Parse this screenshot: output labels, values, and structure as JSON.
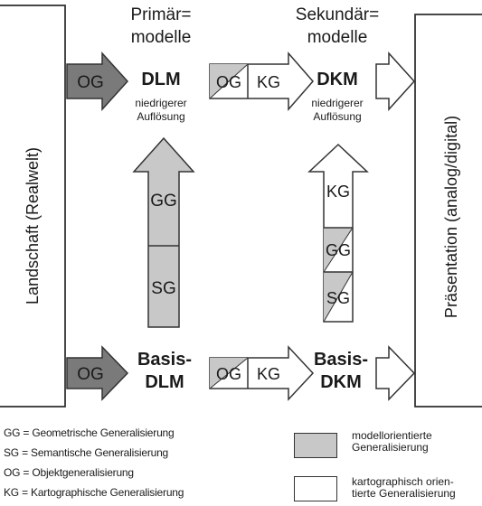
{
  "columns": {
    "primary": [
      "Primär=",
      "modelle"
    ],
    "secondary": [
      "Sekundär=",
      "modelle"
    ]
  },
  "side_labels": {
    "left": "Landschaft (Realwelt)",
    "right": "Präsentation (analog/digital)"
  },
  "models": {
    "dlm": "DLM",
    "dkm": "DKM",
    "resolution_note": [
      "niedrigerer",
      "Auflösung"
    ],
    "basis_dlm": [
      "Basis-",
      "DLM"
    ],
    "basis_dkm": [
      "Basis-",
      "DKM"
    ]
  },
  "arrow_labels": {
    "og": "OG",
    "kg": "KG",
    "gg": "GG",
    "sg": "SG"
  },
  "legend": {
    "abbreviations": [
      "GG = Geometrische Generalisierung",
      "SG = Semantische Generalisierung",
      "OG = Objektgeneralisierung",
      "KG = Kartographische Generalisierung"
    ],
    "swatches": [
      {
        "label": [
          "modellorientierte",
          "Generalisierung"
        ],
        "color": "#c8c8c8"
      },
      {
        "label": [
          "kartographisch orien-",
          "tierte Generalisierung"
        ],
        "color": "#ffffff"
      }
    ]
  },
  "colors": {
    "dark_arrow": "#7a7a7a",
    "model_fill": "#c8c8c8",
    "outline": "#333333",
    "background": "#ffffff"
  }
}
